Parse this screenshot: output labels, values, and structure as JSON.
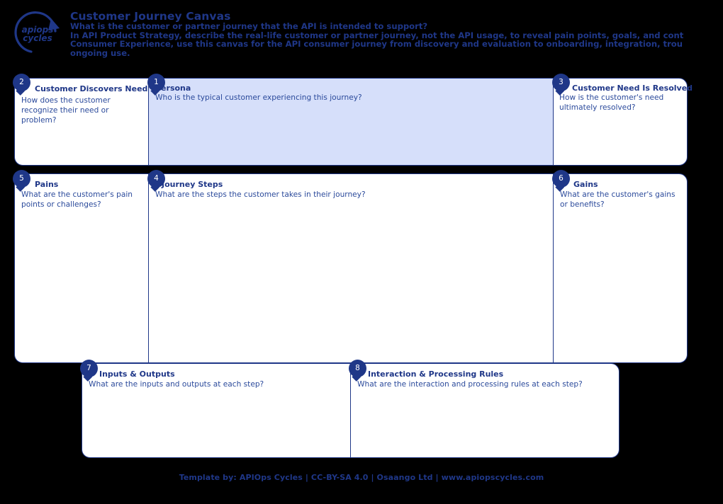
{
  "header": {
    "title": "Customer Journey Canvas",
    "line1": "What is the customer or partner journey that the API is intended to support?",
    "line2": "In API Product Strategy, describe the real-life customer or partner journey, not the API usage, to reveal pain points, goals, and cont",
    "line3": "Consumer Experience, use this canvas for the API consumer journey from discovery and evaluation to onboarding, integration, trou",
    "line4": "ongoing use.",
    "logo_text_top": "apiops",
    "logo_text_bottom": "cycles"
  },
  "cards": [
    {
      "number": "2",
      "title": "Customer Discovers Need",
      "desc": "How does the customer recognize their need or problem?"
    },
    {
      "number": "1",
      "title": "Persona",
      "desc": "Who is the typical customer experiencing this journey?"
    },
    {
      "number": "3",
      "title": "Customer Need Is Resolved",
      "desc": "How is the customer's need ultimately resolved?"
    },
    {
      "number": "5",
      "title": "Pains",
      "desc": "What are the customer's pain points or challenges?"
    },
    {
      "number": "4",
      "title": "Journey Steps",
      "desc": "What are the steps the customer takes in their journey?"
    },
    {
      "number": "6",
      "title": "Gains",
      "desc": "What are the customer's gains or benefits?"
    },
    {
      "number": "7",
      "title": "Inputs & Outputs",
      "desc": "What are the inputs and outputs at each step?"
    },
    {
      "number": "8",
      "title": "Interaction & Processing Rules",
      "desc": "What are the interaction and processing rules at each step?"
    }
  ],
  "footer": {
    "text": "Template by: APIOps Cycles | CC-BY-SA 4.0 | Osaango Ltd | www.apiopscycles.com"
  },
  "colors": {
    "brand_navy": "#1f3788",
    "body_blue": "#2b4a9b",
    "persona_fill": "#d6dffa",
    "card_fill": "#ffffff",
    "background": "#000000"
  }
}
